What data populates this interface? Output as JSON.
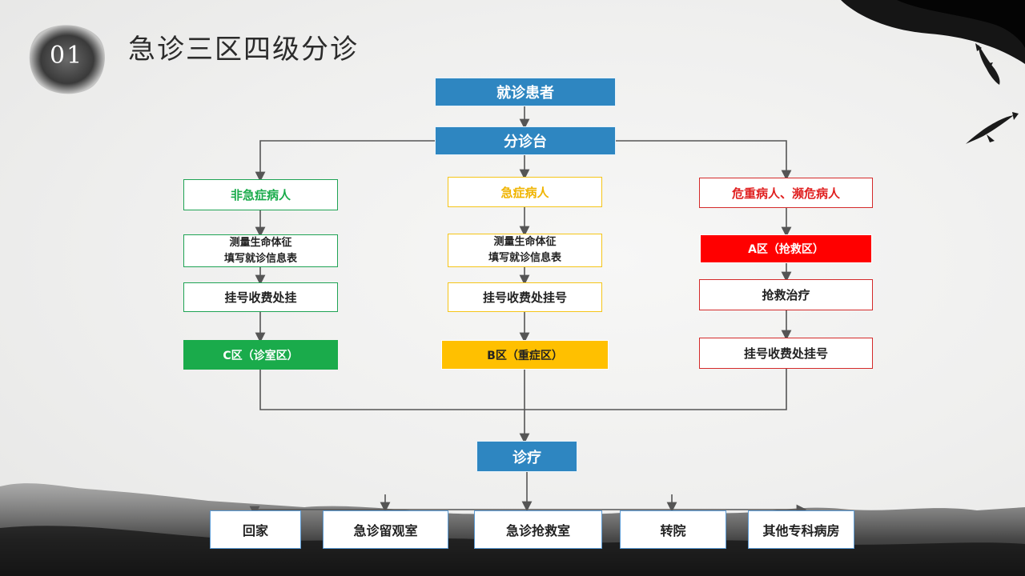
{
  "slide": {
    "number": "01",
    "title": "急诊三区四级分诊"
  },
  "colors": {
    "blue": "#2e86c1",
    "green": "#1aab4b",
    "yellow": "#ffc000",
    "red": "#ff0000"
  },
  "flow": {
    "start": "就诊患者",
    "triage": "分诊台",
    "columns": [
      {
        "category": "非急症病人",
        "vitals": [
          "测量生命体征",
          "填写就诊信息表"
        ],
        "register": "挂号收费处挂",
        "zone": "C区（诊室区）"
      },
      {
        "category": "急症病人",
        "vitals": [
          "测量生命体征",
          "填写就诊信息表"
        ],
        "register": "挂号收费处挂号",
        "zone": "B区（重症区）"
      },
      {
        "category": "危重病人、濒危病人",
        "zone": "A区（抢救区）",
        "treatment": "抢救治疗",
        "register": "挂号收费处挂号"
      }
    ],
    "treatment": "诊疗",
    "outcomes": [
      "回家",
      "急诊留观室",
      "急诊抢救室",
      "转院",
      "其他专科病房"
    ]
  }
}
